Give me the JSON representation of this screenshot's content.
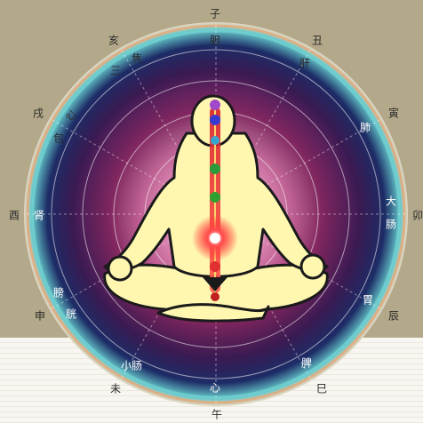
{
  "branches": {
    "zi": "子",
    "chou": "丑",
    "yin": "寅",
    "mao": "卯",
    "chen": "辰",
    "si": "巳",
    "wu": "午",
    "wei": "未",
    "shen": "申",
    "you": "酉",
    "xu": "戌",
    "hai": "亥"
  },
  "organs": {
    "gallbladder": "胆",
    "liver": "肝",
    "lung": "肺",
    "large_intestine_1": "大",
    "large_intestine_2": "肠",
    "stomach": "胃",
    "spleen": "脾",
    "heart": "心",
    "small_intestine": "小肠",
    "bladder_1": "膀",
    "bladder_2": "胱",
    "kidney": "肾",
    "pericardium_1": "心",
    "pericardium_2": "包",
    "triple_burner_1": "三",
    "triple_burner_2": "焦"
  },
  "colors": {
    "background": "#b3a98a",
    "figure": "#fff7b0",
    "channel": "#e0303a",
    "chakra_glow": "#ff2a2a"
  }
}
